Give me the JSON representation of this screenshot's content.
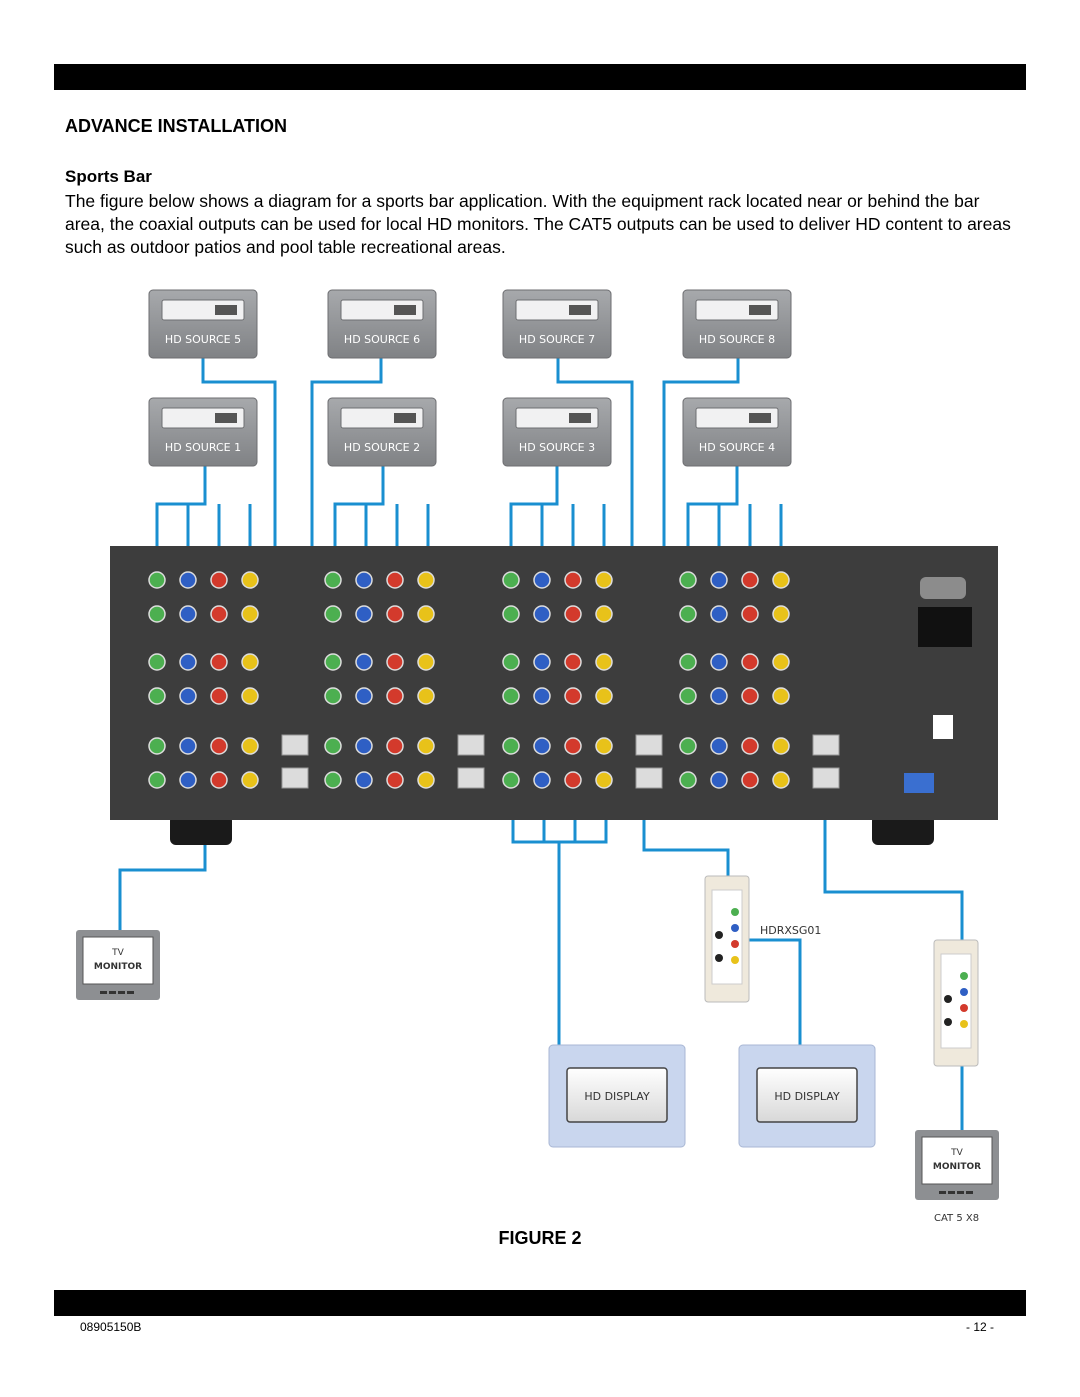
{
  "section": {
    "title": "ADVANCE INSTALLATION",
    "subtitle": "Sports Bar",
    "paragraph": "The figure below shows a diagram for a sports bar application. With the equipment rack located near or behind the bar area, the coaxial outputs can be used for local HD monitors. The CAT5 outputs can be used to deliver HD content to areas such as outdoor patios and pool table recreational areas."
  },
  "diagram": {
    "sources": [
      "HD SOURCE 5",
      "HD SOURCE 6",
      "HD SOURCE 7",
      "HD SOURCE 8",
      "HD SOURCE 1",
      "HD SOURCE 2",
      "HD SOURCE 3",
      "HD SOURCE 4"
    ],
    "displays": [
      "HD DISPLAY",
      "HD DISPLAY"
    ],
    "tv_monitor_line1": "TV",
    "tv_monitor_line2": "MONITOR",
    "receiver_label": "HDRXSG01",
    "cable_label": "CAT 5 X8",
    "colors": {
      "cable": "#1a8fd0",
      "chassis": "#3d3d3d",
      "source_box": "#939598",
      "display_frame": "#c9d6ee",
      "jack_green": "#4caf50",
      "jack_blue": "#2f5fc4",
      "jack_red": "#d33a2c",
      "jack_yellow": "#e8c21a"
    }
  },
  "figure": {
    "caption": "FIGURE 2"
  },
  "footer": {
    "doc_number": "08905150B",
    "page_number": "- 12 -"
  }
}
